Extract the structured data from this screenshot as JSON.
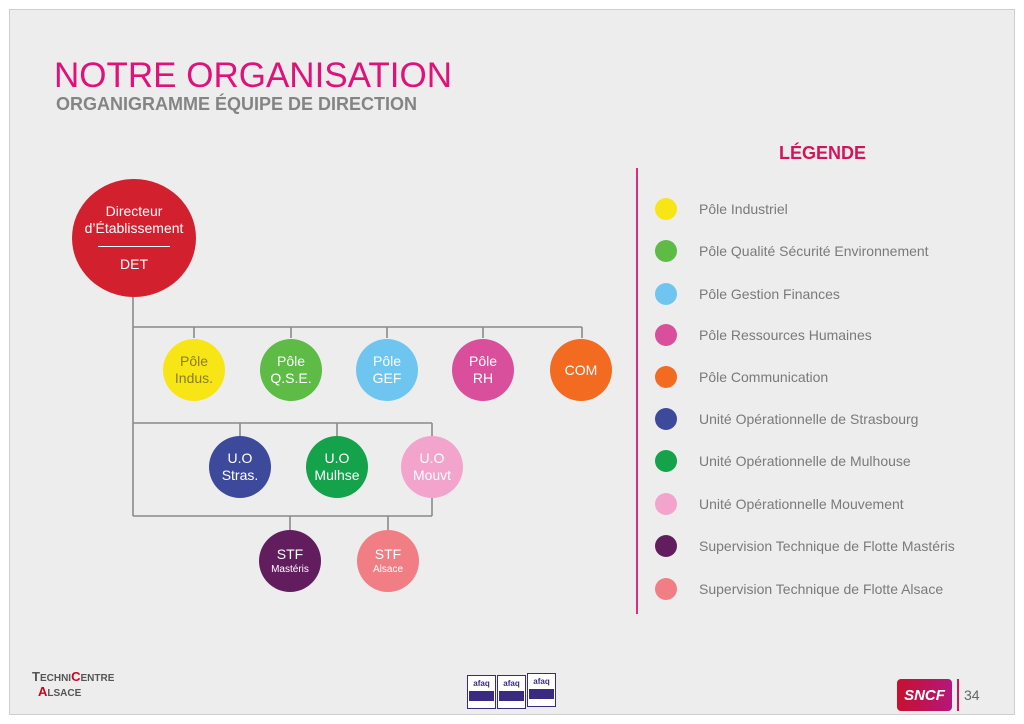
{
  "header": {
    "title": "NOTRE ORGANISATION",
    "subtitle": "ORGANIGRAMME ÉQUIPE DE DIRECTION"
  },
  "legend": {
    "title": "LÉGENDE",
    "items": [
      {
        "label": "Pôle Industriel",
        "color": "#f7e516"
      },
      {
        "label": "Pôle Qualité Sécurité Environnement",
        "color": "#5dbb46"
      },
      {
        "label": "Pôle Gestion Finances",
        "color": "#6ec6f0"
      },
      {
        "label": "Pôle Ressources Humaines",
        "color": "#d94f9c"
      },
      {
        "label": "Pôle Communication",
        "color": "#f26b21"
      },
      {
        "label": "Unité Opérationnelle de Strasbourg",
        "color": "#3d4a9c"
      },
      {
        "label": "Unité Opérationnelle de Mulhouse",
        "color": "#14a24a"
      },
      {
        "label": "Unité Opérationnelle Mouvement",
        "color": "#f3a4cc"
      },
      {
        "label": "Supervision Technique de Flotte Mastéris",
        "color": "#621d5e"
      },
      {
        "label": "Supervision Technique de Flotte Alsace",
        "color": "#f07e84"
      }
    ]
  },
  "org": {
    "root": {
      "line1": "Directeur",
      "line2": "d’Établissement",
      "abbr": "DET",
      "color": "#d3202f"
    },
    "poles": [
      {
        "line1": "Pôle",
        "line2": "Indus.",
        "color": "#f7e516",
        "text_color": "#8a7f1c"
      },
      {
        "line1": "Pôle",
        "line2": "Q.S.E.",
        "color": "#5dbb46",
        "text_color": "#ffffff"
      },
      {
        "line1": "Pôle",
        "line2": "GEF",
        "color": "#6ec6f0",
        "text_color": "#ffffff"
      },
      {
        "line1": "Pôle",
        "line2": "RH",
        "color": "#d94f9c",
        "text_color": "#ffffff"
      },
      {
        "line1": "COM",
        "line2": "",
        "color": "#f26b21",
        "text_color": "#ffffff"
      }
    ],
    "units": [
      {
        "line1": "U.O",
        "line2": "Stras.",
        "color": "#3d4a9c"
      },
      {
        "line1": "U.O",
        "line2": "Mulhse",
        "color": "#14a24a"
      },
      {
        "line1": "U.O",
        "line2": "Mouvt",
        "color": "#f3a4cc"
      }
    ],
    "stf": [
      {
        "line1": "STF",
        "line2": "Mastéris",
        "color": "#621d5e"
      },
      {
        "line1": "STF",
        "line2": "Alsace",
        "color": "#f07e84"
      }
    ],
    "connector_color": "#8a8a8a"
  },
  "footer": {
    "logo_line1_a": "T",
    "logo_line1_b": "ECHNI",
    "logo_line1_c": "C",
    "logo_line1_d": "ENTRE",
    "logo_line2_a": "A",
    "logo_line2_b": "LSACE",
    "afaq": [
      "afaq",
      "afaq",
      "afaq"
    ],
    "sncf": "SNCF",
    "page": "34"
  }
}
